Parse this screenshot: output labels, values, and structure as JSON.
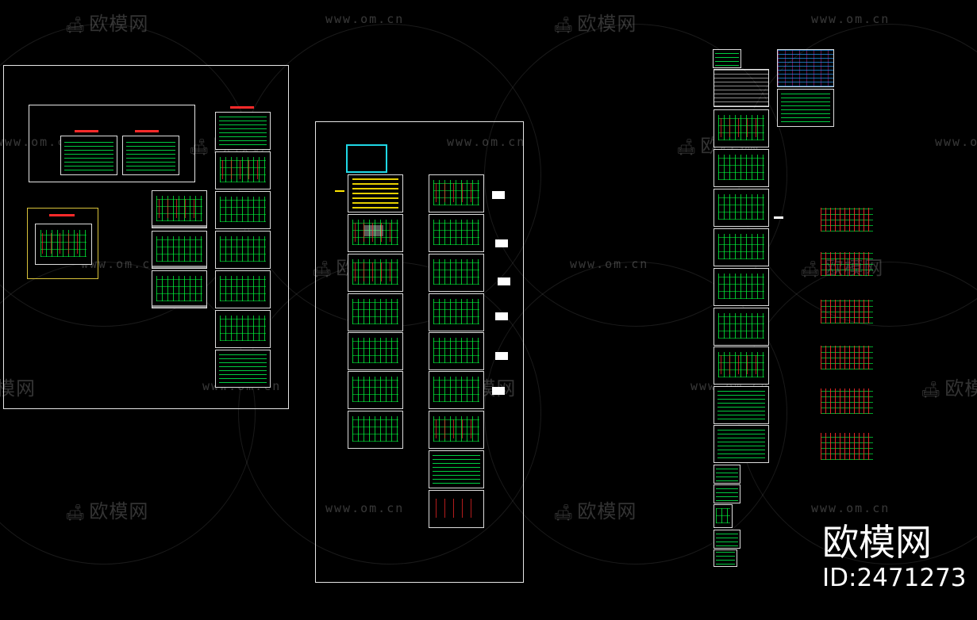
{
  "watermark": {
    "brand": "欧模网",
    "url": "www.om.cn",
    "icon": "sofa-icon"
  },
  "brand_badge": {
    "name": "欧模网",
    "id_text": "ID:2471273"
  },
  "colors": {
    "background": "#000000",
    "frame": "#e6e6e6",
    "cad_green": "#00ff3c",
    "cad_red": "#ff2a2a",
    "cad_yellow": "#ffe600",
    "cad_cyan": "#1fd8e6",
    "selection_yellow": "#d8c23a"
  }
}
